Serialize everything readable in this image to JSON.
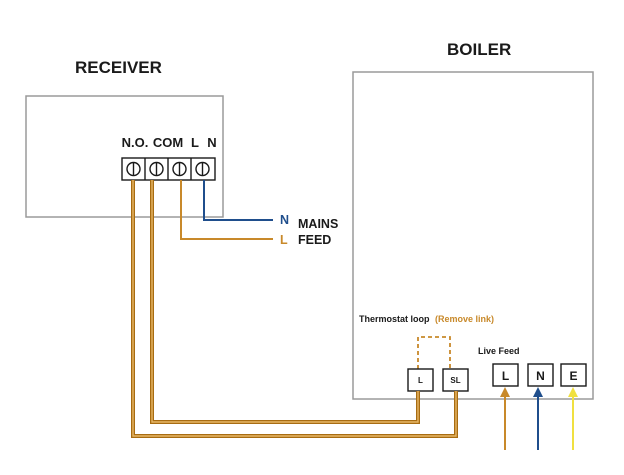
{
  "receiver": {
    "title": "RECEIVER",
    "terminals": [
      "N.O.",
      "COM",
      "L",
      "N"
    ]
  },
  "boiler": {
    "title": "BOILER",
    "thermostat_loop_label": "Thermostat loop",
    "remove_link_label": "(Remove link)",
    "live_feed_label": "Live Feed",
    "loop_terminals": [
      "L",
      "SL"
    ],
    "feed_terminals": [
      "L",
      "N",
      "E"
    ]
  },
  "mains": {
    "n_letter": "N",
    "l_letter": "L",
    "line1": "MAINS",
    "line2": "FEED"
  },
  "colors": {
    "live": "#c8892a",
    "neutral": "#1f4e8c",
    "earth": "#f0e040",
    "outline": "#9a9a9a",
    "terminal": "#1a1a1a"
  }
}
